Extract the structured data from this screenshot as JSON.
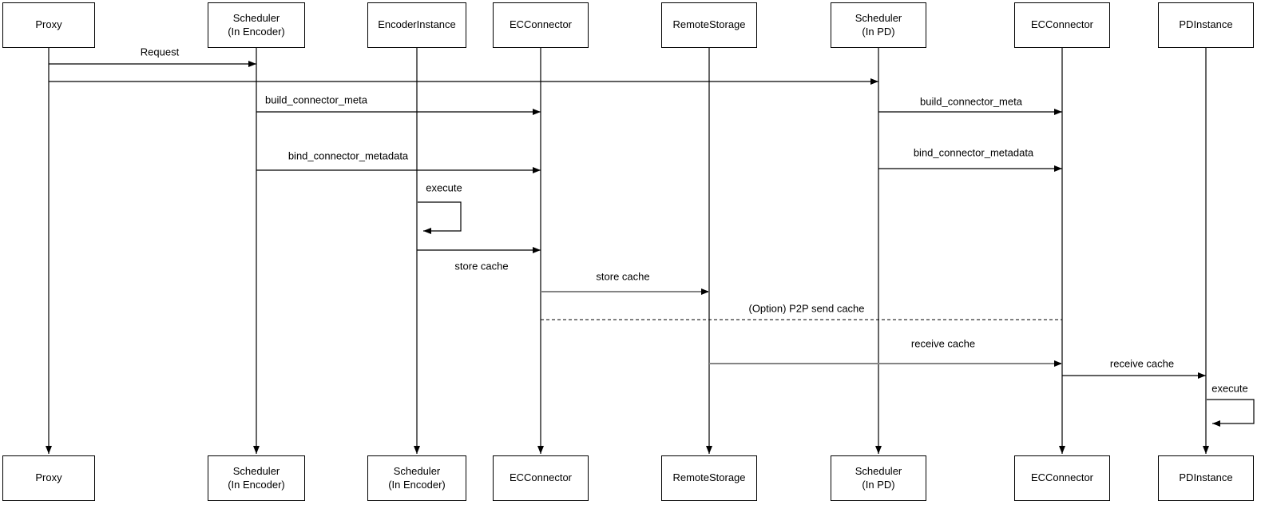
{
  "diagram": {
    "type": "sequence-diagram",
    "actors": [
      {
        "label": "Proxy",
        "bottom_label": "Proxy"
      },
      {
        "label": "Scheduler\n(In Encoder)",
        "bottom_label": "Scheduler\n(In Encoder)"
      },
      {
        "label": "EncoderInstance",
        "bottom_label": "Scheduler\n(In Encoder)"
      },
      {
        "label": "ECConnector",
        "bottom_label": "ECConnector"
      },
      {
        "label": "RemoteStorage",
        "bottom_label": "RemoteStorage"
      },
      {
        "label": "Scheduler\n(In PD)",
        "bottom_label": "Scheduler\n(In PD)"
      },
      {
        "label": "ECConnector",
        "bottom_label": "ECConnector"
      },
      {
        "label": "PDInstance",
        "bottom_label": "PDInstance"
      }
    ],
    "messages": [
      {
        "label": "Request",
        "from": "Proxy",
        "to": "Scheduler (In Encoder)",
        "style": "solid"
      },
      {
        "label": "",
        "from": "Proxy",
        "to": "Scheduler (In PD)",
        "style": "solid"
      },
      {
        "label": "build_connector_meta",
        "from": "Scheduler (In Encoder)",
        "to": "ECConnector",
        "style": "solid"
      },
      {
        "label": "build_connector_meta",
        "from": "Scheduler (In PD)",
        "to": "ECConnector",
        "style": "solid"
      },
      {
        "label": "bind_connector_metadata",
        "from": "Scheduler (In Encoder)",
        "to": "ECConnector",
        "style": "solid"
      },
      {
        "label": "bind_connector_metadata",
        "from": "Scheduler (In PD)",
        "to": "ECConnector",
        "style": "solid"
      },
      {
        "label": "execute",
        "from": "EncoderInstance",
        "to": "EncoderInstance",
        "style": "self-loop"
      },
      {
        "label": "store cache",
        "from": "EncoderInstance",
        "to": "ECConnector",
        "style": "solid"
      },
      {
        "label": "store cache",
        "from": "ECConnector",
        "to": "RemoteStorage",
        "style": "solid"
      },
      {
        "label": "(Option) P2P send cache",
        "from": "ECConnector",
        "to": "ECConnector",
        "style": "dashed"
      },
      {
        "label": "receive cache",
        "from": "RemoteStorage",
        "to": "ECConnector",
        "style": "solid"
      },
      {
        "label": "receive cache",
        "from": "ECConnector",
        "to": "PDInstance",
        "style": "solid"
      },
      {
        "label": "execute",
        "from": "PDInstance",
        "to": "PDInstance",
        "style": "self-loop"
      }
    ],
    "colors": {
      "background": "#ffffff",
      "box_border": "#000000",
      "text": "#000000",
      "line": "#000000",
      "gray_line": "#848484"
    }
  }
}
